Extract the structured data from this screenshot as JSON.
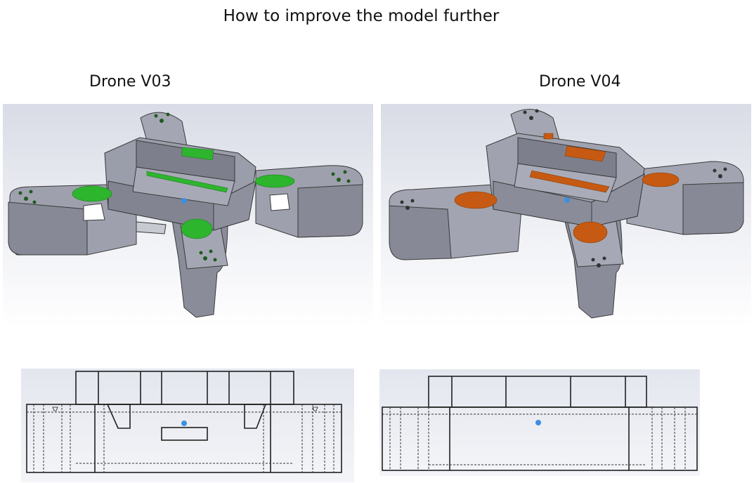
{
  "title": "How to improve the model further",
  "left": {
    "label": "Drone V03",
    "highlight_color": "#2db52d"
  },
  "right": {
    "label": "Drone V04",
    "highlight_color": "#c65a12"
  },
  "colors": {
    "body": "#9a9daa",
    "body_dark": "#7d808c",
    "edge": "#202020"
  }
}
